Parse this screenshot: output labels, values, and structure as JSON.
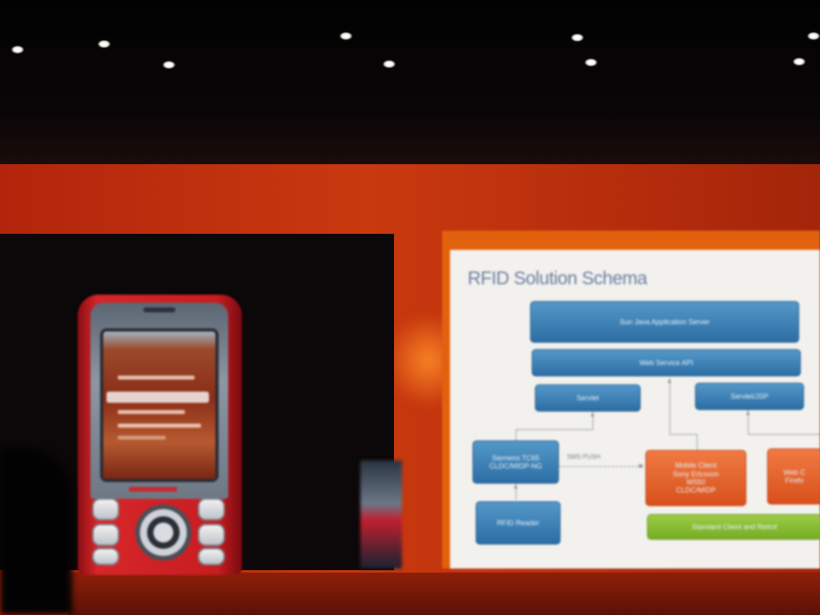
{
  "scene": {
    "kind": "conference presentation photo",
    "colors": {
      "backdrop": "#c9390f",
      "slide_frame": "#e1610f",
      "phone_body": "#d7262a",
      "slide_box_blue": "#2c6ea4",
      "slide_box_orange": "#e06228",
      "slide_box_green": "#86ba34"
    }
  },
  "slide": {
    "title": "RFID Solution Schema",
    "boxes": {
      "app_server": "Sun Java Application Server",
      "web_service_api": "Web Service API",
      "servlet": "Servlet",
      "servlet_jsp": "Servlet/JSP",
      "reader_device": "Siemens TC65\nCLDC/MIDP-NG",
      "mobile_client": "Mobile Client\nSony Ericsson\nW550\nCLDC/MIDP",
      "web_client": "Web C\nFirefo",
      "rfid_reader": "RFID Reader",
      "standard_client": "Standard Client and Retrof"
    },
    "edge_labels": {
      "sms_push": "SMS PUSH"
    }
  },
  "phone": {
    "icon": "mobile-phone-icon"
  }
}
